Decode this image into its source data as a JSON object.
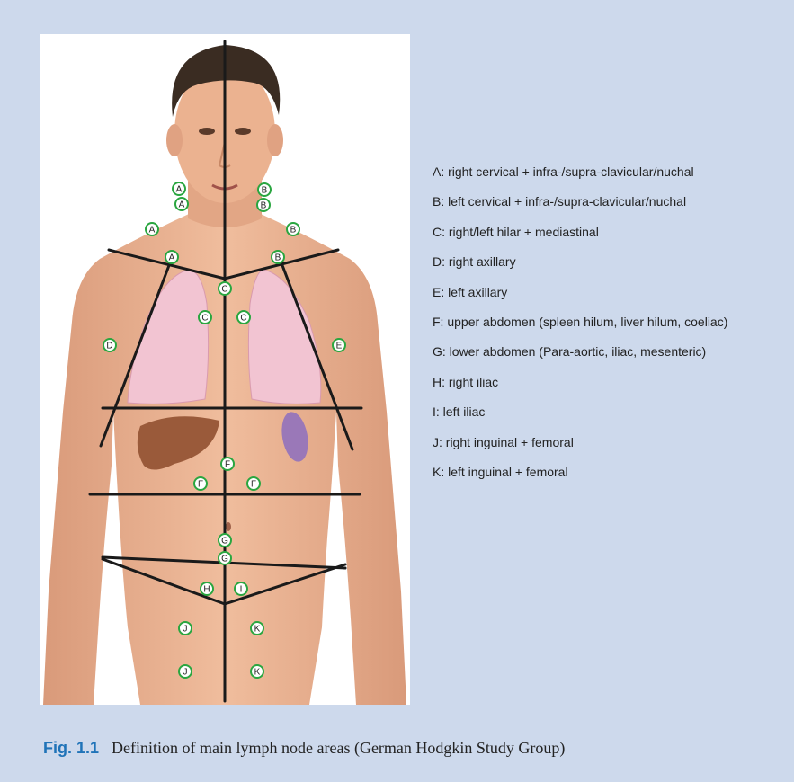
{
  "colors": {
    "background": "#cdd9ec",
    "marker_ring": "#2aa640",
    "divider_line": "#1a1a1a",
    "caption_accent": "#1f73b8",
    "skin": "#eab08e",
    "lung": "#f2c4d2",
    "liver": "#9a5a3a",
    "spleen": "#9a78b8",
    "hair": "#3a2c22"
  },
  "illustration": {
    "subject": "anatomical-front-torso",
    "node_markers": [
      {
        "label": "A"
      },
      {
        "label": "A"
      },
      {
        "label": "A"
      },
      {
        "label": "A"
      },
      {
        "label": "B"
      },
      {
        "label": "B"
      },
      {
        "label": "B"
      },
      {
        "label": "B"
      },
      {
        "label": "C"
      },
      {
        "label": "C"
      },
      {
        "label": "C"
      },
      {
        "label": "D"
      },
      {
        "label": "E"
      },
      {
        "label": "F"
      },
      {
        "label": "F"
      },
      {
        "label": "F"
      },
      {
        "label": "G"
      },
      {
        "label": "G"
      },
      {
        "label": "H"
      },
      {
        "label": "I"
      },
      {
        "label": "J"
      },
      {
        "label": "J"
      },
      {
        "label": "K"
      },
      {
        "label": "K"
      }
    ]
  },
  "legend": {
    "items": [
      "A: right cervical + infra-/supra-clavicular/nuchal",
      "B: left cervical + infra-/supra-clavicular/nuchal",
      "C: right/left hilar + mediastinal",
      "D: right axillary",
      "E: left axillary",
      "F: upper abdomen (spleen hilum, liver hilum, coeliac)",
      "G: lower abdomen (Para-aortic, iliac, mesenteric)",
      "H: right iliac",
      "I: left iliac",
      "J: right inguinal + femoral",
      "K: left inguinal + femoral"
    ]
  },
  "caption": {
    "figure_number": "Fig. 1.1",
    "text": "Definition of main lymph node areas (German Hodgkin Study Group)"
  }
}
